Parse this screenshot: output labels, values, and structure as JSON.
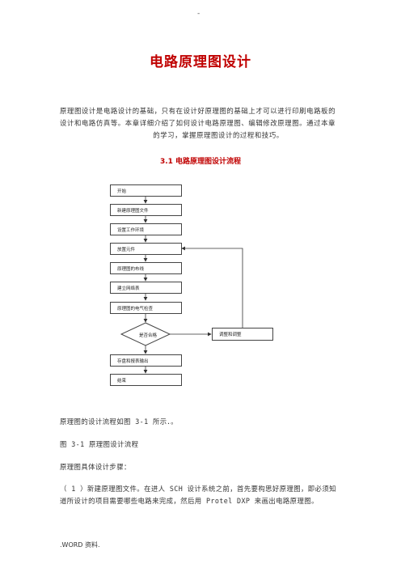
{
  "header_mark": "-",
  "title": "电路原理图设计",
  "intro": {
    "line1": "原理图设计是电路设计的基础，只有在设计好原理图的基础上才可以进行印刷电路板的",
    "line2": "设计和电路仿真等。本章详细介绍了如何设计电路原理图、编辑修改原理图。通过本章",
    "line3": "的学习，掌握原理图设计的过程和技巧。"
  },
  "section_heading": "3.1  电路原理图设计流程",
  "flowchart": {
    "steps": [
      "开始",
      "新建原理图文件",
      "设置工作环境",
      "放置元件",
      "原理图的布线",
      "建立网络表",
      "原理图的电气检查"
    ],
    "decision": "是否合格",
    "side_box": "调整和调整",
    "after_steps": [
      "存盘和报表输出",
      "结束"
    ]
  },
  "body": {
    "para1": "原理图的设计流程如图 3-1 所示．。",
    "para2": "图 3-1 原理图设计流程",
    "para3": "原理图具体设计步骤：",
    "para4_line1": "（ 1 ）新建原理图文件。在进人 SCH 设计系统之前，首先要构思好原理图，即必须知",
    "para4_line2": "道所设计的项目需要哪些电路来完成，然后用 Protel DXP 来画出电路原理图。"
  },
  "footer": ".WORD 资料."
}
